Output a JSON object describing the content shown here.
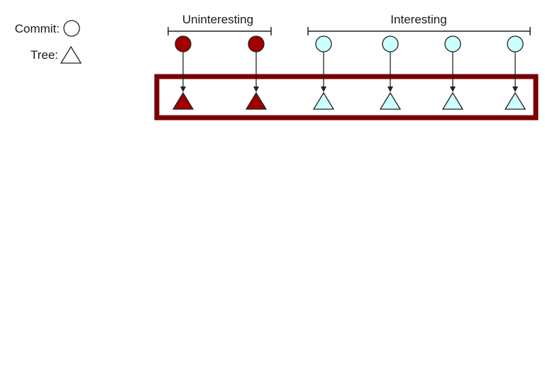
{
  "legend": {
    "commit_label": "Commit:",
    "tree_label": "Tree:"
  },
  "groups": {
    "uninteresting_label": "Uninteresting",
    "interesting_label": "Interesting"
  },
  "commits": [
    {
      "kind": "uninteresting"
    },
    {
      "kind": "uninteresting"
    },
    {
      "kind": "interesting"
    },
    {
      "kind": "interesting"
    },
    {
      "kind": "interesting"
    },
    {
      "kind": "interesting"
    }
  ],
  "colors": {
    "uninteresting_fill": "#a00000",
    "interesting_fill": "#ccffff",
    "outline": "#222222",
    "highlight_box": "#7a0000",
    "legend_fill": "#ffffff"
  }
}
